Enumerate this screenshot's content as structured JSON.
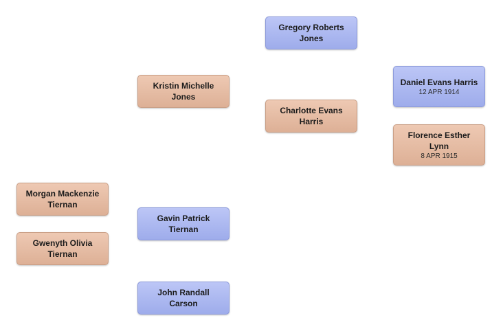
{
  "people": {
    "gregory": {
      "name": "Gregory Roberts Jones",
      "sex": "male"
    },
    "kristin": {
      "name": "Kristin Michelle Jones",
      "sex": "female"
    },
    "charlotte": {
      "name": "Charlotte Evans Harris",
      "sex": "female"
    },
    "daniel": {
      "name": "Daniel Evans Harris",
      "date": "12 APR 1914",
      "sex": "male"
    },
    "florence": {
      "name": "Florence Esther Lynn",
      "date": "8 APR 1915",
      "sex": "female"
    },
    "morgan": {
      "name": "Morgan Mackenzie Tiernan",
      "sex": "female"
    },
    "gwenyth": {
      "name": "Gwenyth Olivia Tiernan",
      "sex": "female"
    },
    "gavin": {
      "name": "Gavin Patrick Tiernan",
      "sex": "male"
    },
    "john": {
      "name": "John Randall Carson",
      "sex": "male"
    }
  },
  "colors": {
    "male_box": "#aab6f0",
    "female_box": "#e6bda5",
    "background": "#ffffff"
  }
}
